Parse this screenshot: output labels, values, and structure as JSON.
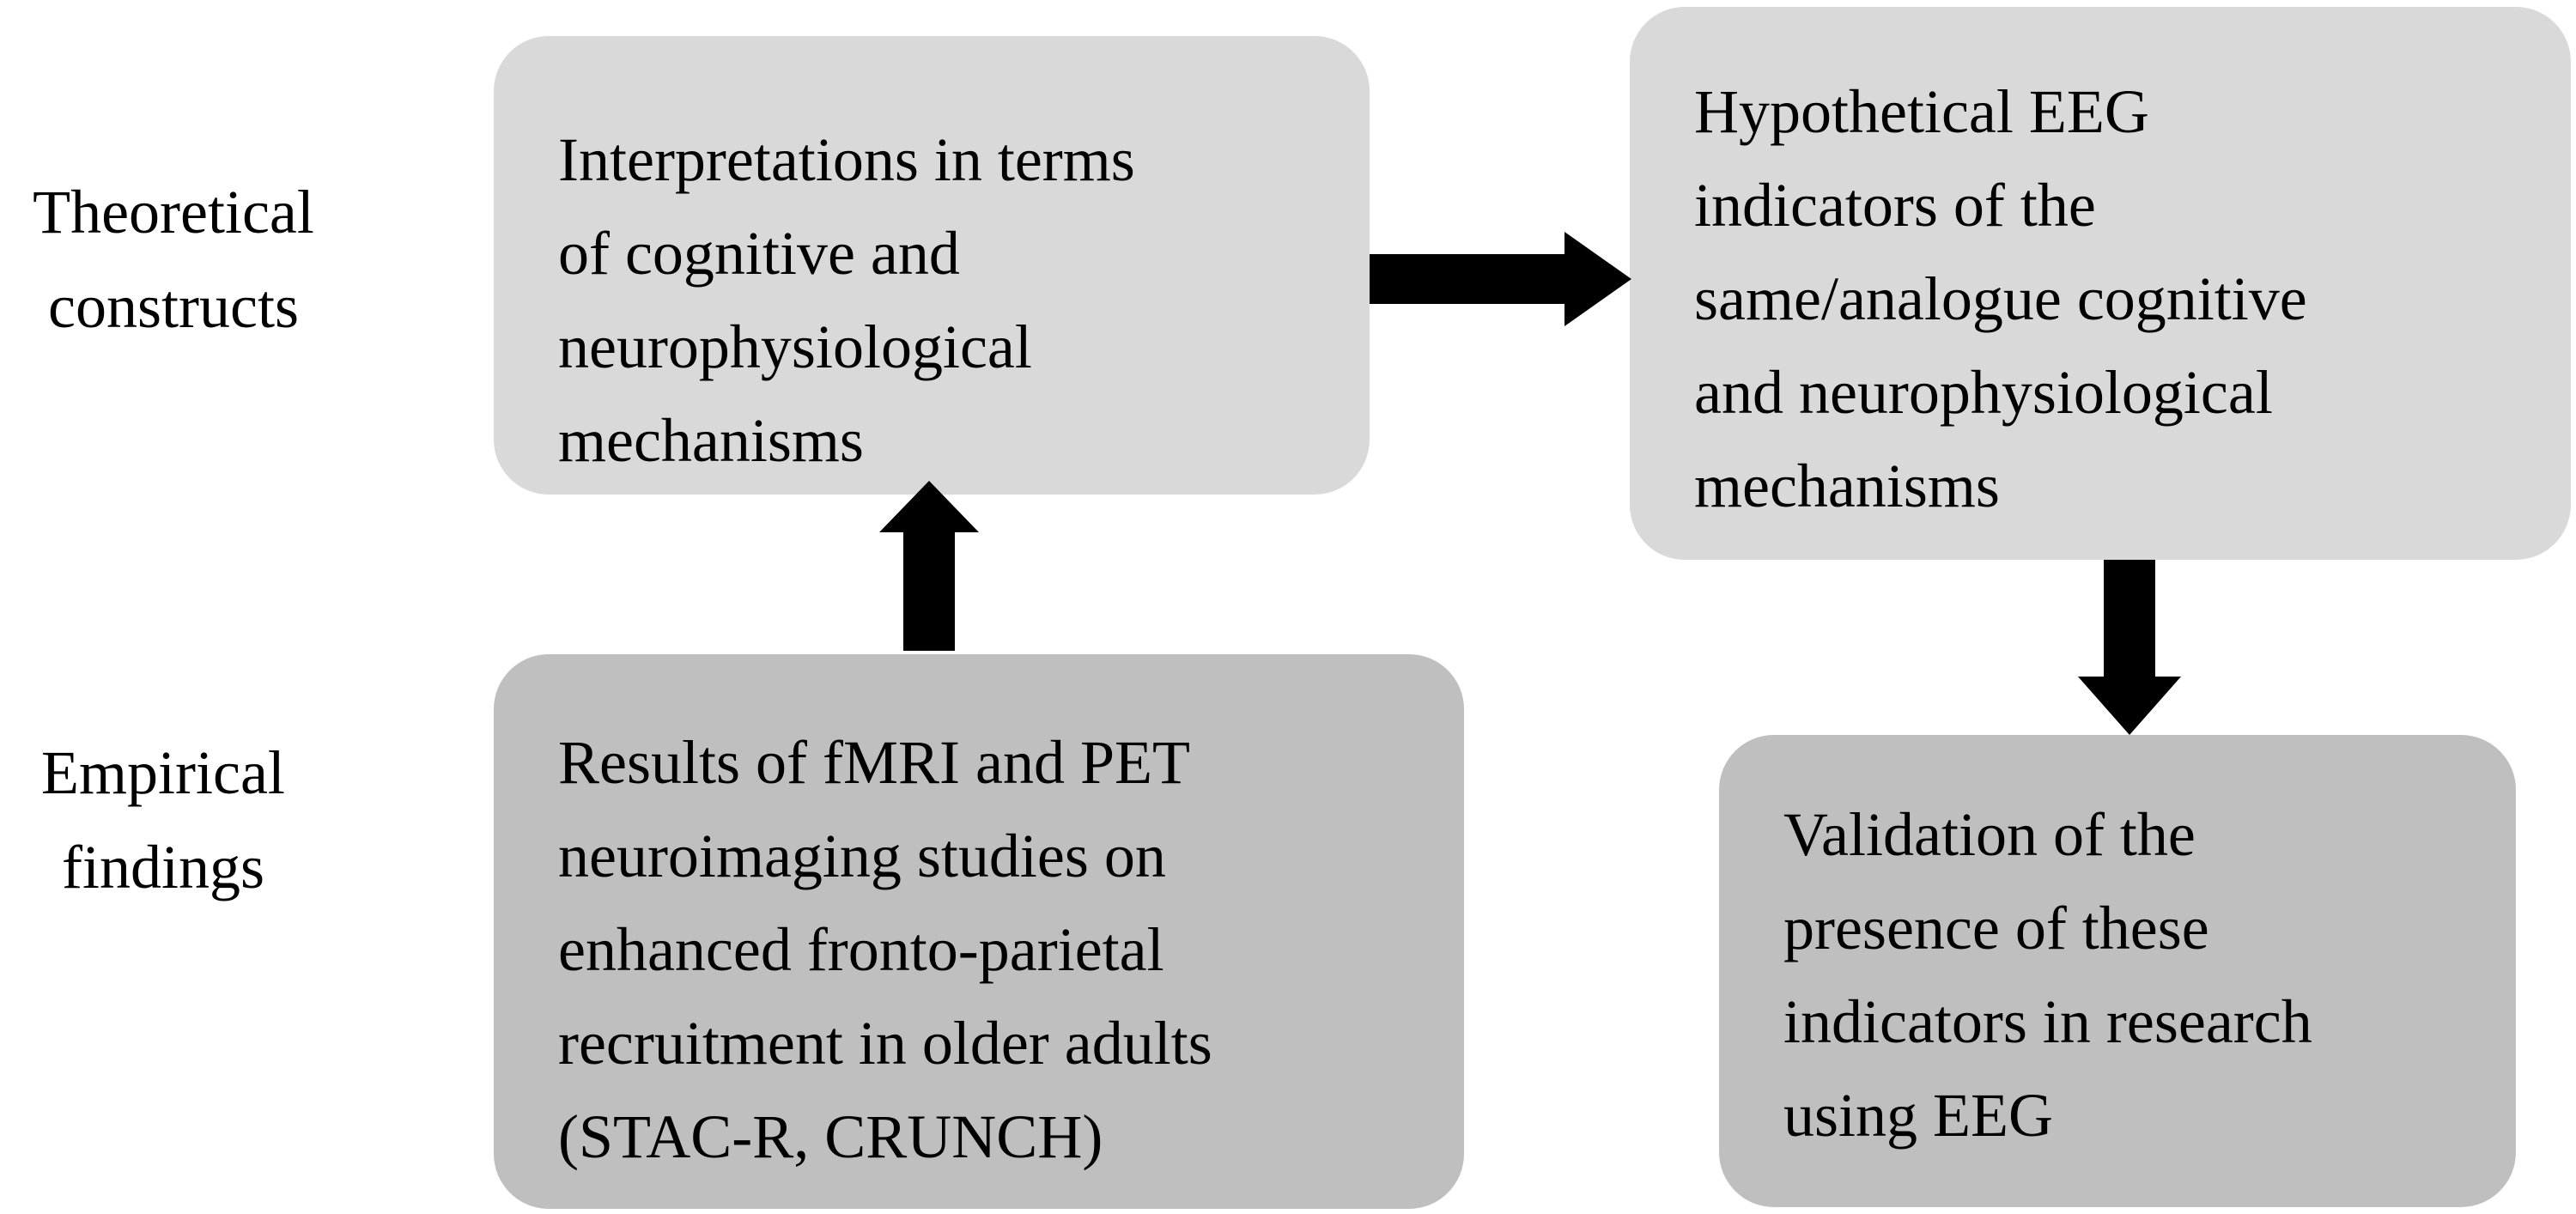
{
  "row_labels": {
    "theoretical": [
      "Theoretical",
      "constructs"
    ],
    "empirical": [
      "Empirical",
      "findings"
    ]
  },
  "boxes": {
    "interpretations": {
      "lines": [
        "Interpretations in terms",
        "of cognitive and",
        "neurophysiological",
        "mechanisms"
      ],
      "fill": "#d9d9d9"
    },
    "eeg_indicators": {
      "lines": [
        "Hypothetical EEG",
        "indicators of the",
        "same/analogue cognitive",
        "and neurophysiological",
        "mechanisms"
      ],
      "fill": "#d9d9d9"
    },
    "results": {
      "lines": [
        "Results of fMRI and PET",
        "neuroimaging studies on",
        "enhanced fronto-parietal",
        "recruitment in older adults",
        "(STAC-R, CRUNCH)"
      ],
      "fill": "#bfbfbf"
    },
    "validation": {
      "lines": [
        "Validation of the",
        "presence of these",
        "indicators in research",
        "using EEG"
      ],
      "fill": "#bfbfbf"
    }
  },
  "arrows": [
    {
      "from": "results",
      "to": "interpretations",
      "direction": "up"
    },
    {
      "from": "interpretations",
      "to": "eeg_indicators",
      "direction": "right"
    },
    {
      "from": "eeg_indicators",
      "to": "validation",
      "direction": "down"
    }
  ],
  "colors": {
    "arrow": "#000000",
    "background": "#ffffff"
  }
}
